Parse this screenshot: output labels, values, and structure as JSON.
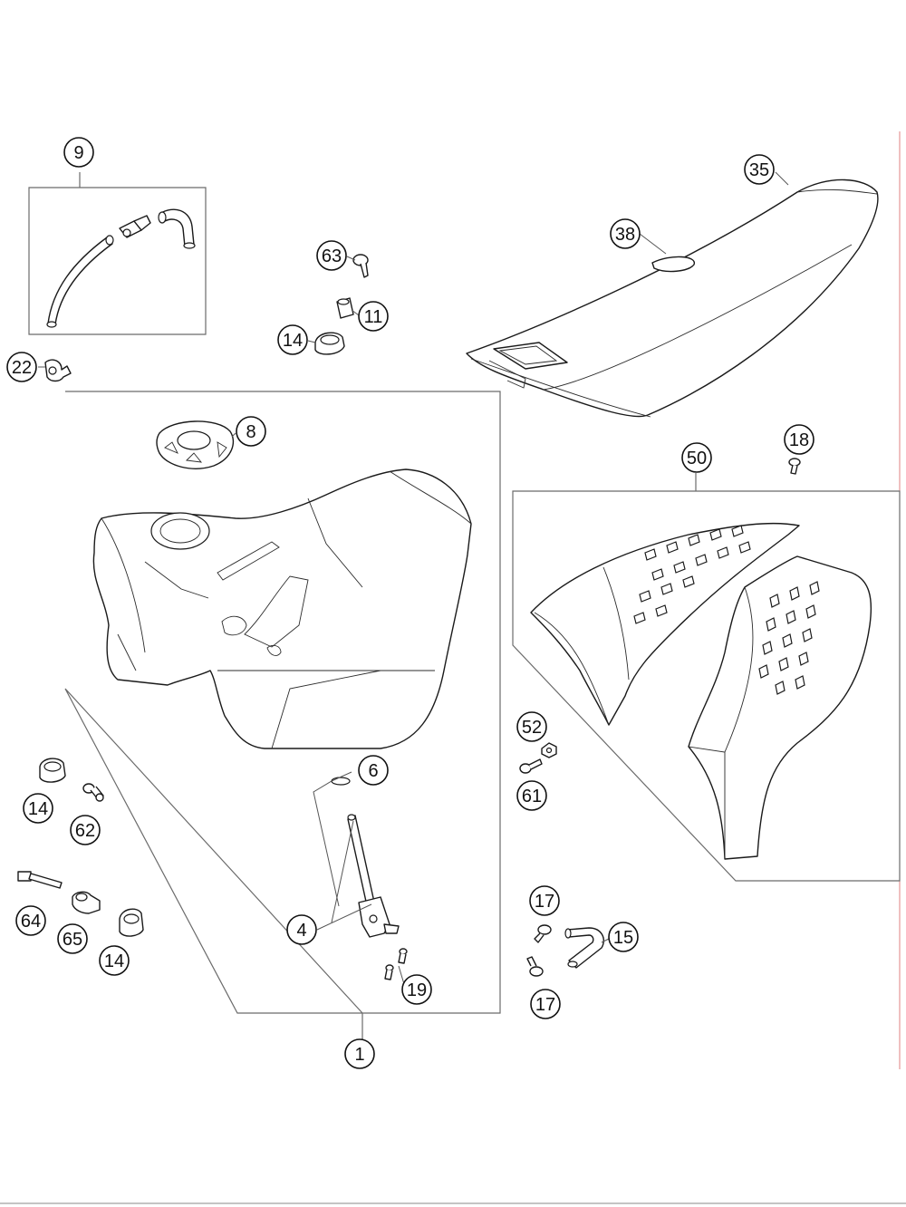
{
  "diagram": {
    "callouts": [
      {
        "id": "c9",
        "label": "9"
      },
      {
        "id": "c35",
        "label": "35"
      },
      {
        "id": "c38",
        "label": "38"
      },
      {
        "id": "c63",
        "label": "63"
      },
      {
        "id": "c11",
        "label": "11"
      },
      {
        "id": "c14a",
        "label": "14"
      },
      {
        "id": "c22",
        "label": "22"
      },
      {
        "id": "c8",
        "label": "8"
      },
      {
        "id": "c18",
        "label": "18"
      },
      {
        "id": "c50",
        "label": "50"
      },
      {
        "id": "c6",
        "label": "6"
      },
      {
        "id": "c52",
        "label": "52"
      },
      {
        "id": "c61",
        "label": "61"
      },
      {
        "id": "c14b",
        "label": "14"
      },
      {
        "id": "c62",
        "label": "62"
      },
      {
        "id": "c17a",
        "label": "17"
      },
      {
        "id": "c15",
        "label": "15"
      },
      {
        "id": "c4",
        "label": "4"
      },
      {
        "id": "c64",
        "label": "64"
      },
      {
        "id": "c65",
        "label": "65"
      },
      {
        "id": "c14c",
        "label": "14"
      },
      {
        "id": "c19",
        "label": "19"
      },
      {
        "id": "c17b",
        "label": "17"
      },
      {
        "id": "c1",
        "label": "1"
      }
    ]
  }
}
